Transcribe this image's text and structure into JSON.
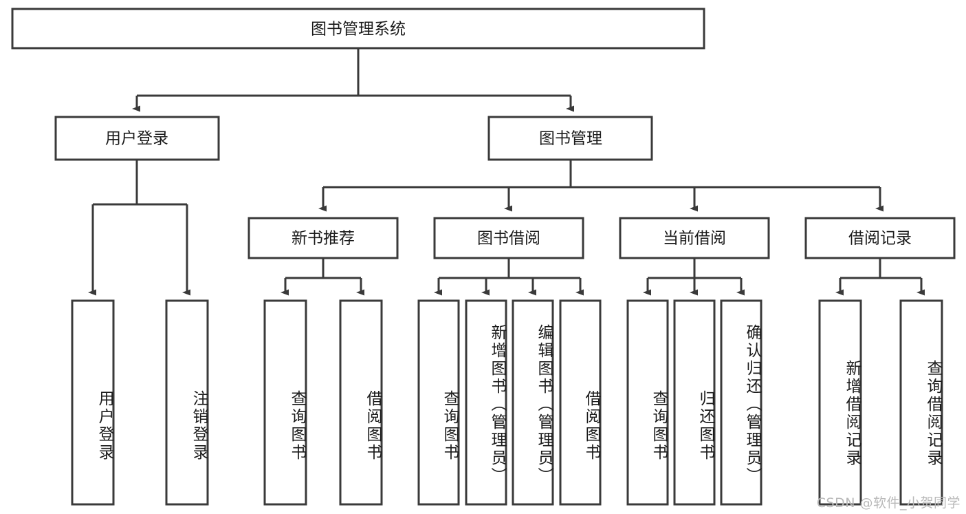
{
  "diagram": {
    "type": "hierarchy-tree",
    "title": "图书管理系统",
    "orientation": "top-down",
    "colors": {
      "box_stroke": "#3a3a3a",
      "box_fill": "#ffffff",
      "connector": "#3a3a3a",
      "text": "#1b1b1b",
      "watermark": "#b9b9b9",
      "background": "#ffffff"
    },
    "root": {
      "label": "图书管理系统",
      "name": "node-root-system"
    },
    "level2": [
      {
        "label": "用户登录",
        "name": "node-user-login"
      },
      {
        "label": "图书管理",
        "name": "node-book-management"
      }
    ],
    "level3": [
      {
        "label": "新书推荐",
        "name": "node-new-book-recommend"
      },
      {
        "label": "图书借阅",
        "name": "node-book-borrow"
      },
      {
        "label": "当前借阅",
        "name": "node-current-borrow"
      },
      {
        "label": "借阅记录",
        "name": "node-borrow-record"
      }
    ],
    "leaves": {
      "user_login": [
        {
          "label": "用户登录",
          "name": "leaf-user-login"
        },
        {
          "label": "注销登录",
          "name": "leaf-logout-login"
        }
      ],
      "new_book_recommend": [
        {
          "label": "查询图书",
          "name": "leaf-query-book-1"
        },
        {
          "label": "借阅图书",
          "name": "leaf-borrow-book-1"
        }
      ],
      "book_borrow": [
        {
          "label": "查询图书",
          "name": "leaf-query-book-2"
        },
        {
          "label": "新增图书（管理员）",
          "name": "leaf-add-book-admin"
        },
        {
          "label": "编辑图书（管理员）",
          "name": "leaf-edit-book-admin"
        },
        {
          "label": "借阅图书",
          "name": "leaf-borrow-book-2"
        }
      ],
      "current_borrow": [
        {
          "label": "查询图书",
          "name": "leaf-query-book-3"
        },
        {
          "label": "归还图书",
          "name": "leaf-return-book"
        },
        {
          "label": "确认归还（管理员）",
          "name": "leaf-confirm-return-admin"
        }
      ],
      "borrow_record": [
        {
          "label": "新增借阅记录",
          "name": "leaf-add-borrow-record"
        },
        {
          "label": "查询借阅记录",
          "name": "leaf-query-borrow-record"
        }
      ]
    },
    "watermark": "CSDN @软件_小贺同学"
  }
}
